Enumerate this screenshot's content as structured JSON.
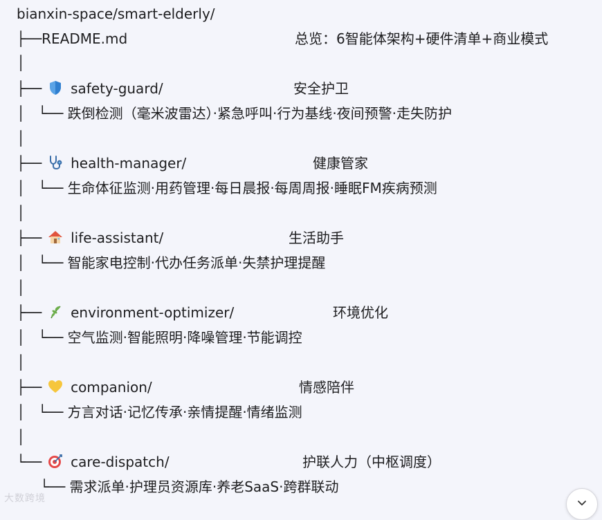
{
  "root_path": "bianxin-space/smart-elderly/",
  "readme": {
    "connector": "├── ",
    "name": "README.md",
    "desc": "总览：6智能体架构+硬件清单+商业模式"
  },
  "pipe": "│",
  "sub_connector": "└── ",
  "branch_connector": "├── ",
  "last_connector": "└── ",
  "modules": [
    {
      "icon": "shield-icon",
      "name": "safety-guard/",
      "desc": "安全护卫",
      "detail": "跌倒检测（毫米波雷达）·紧急呼叫·行为基线·夜间预警·走失防护"
    },
    {
      "icon": "stethoscope-icon",
      "name": "health-manager/",
      "desc": "健康管家",
      "detail": "生命体征监测·用药管理·每日晨报·每周周报·睡眠FM疾病预测"
    },
    {
      "icon": "house-icon",
      "name": "life-assistant/",
      "desc": "生活助手",
      "detail": "智能家电控制·代办任务派单·失禁护理提醒"
    },
    {
      "icon": "herb-icon",
      "name": "environment-optimizer/",
      "desc": "环境优化",
      "detail": "空气监测·智能照明·降噪管理·节能调控"
    },
    {
      "icon": "yellow-heart-icon",
      "name": "companion/",
      "desc": "情感陪伴",
      "detail": "方言对话·记忆传承·亲情提醒·情绪监测"
    },
    {
      "icon": "target-icon",
      "name": "care-dispatch/",
      "desc": "护联人力（中枢调度）",
      "detail": "需求派单·护理员资源库·养老SaaS·跨群联动"
    }
  ],
  "watermark": "大数跨境"
}
